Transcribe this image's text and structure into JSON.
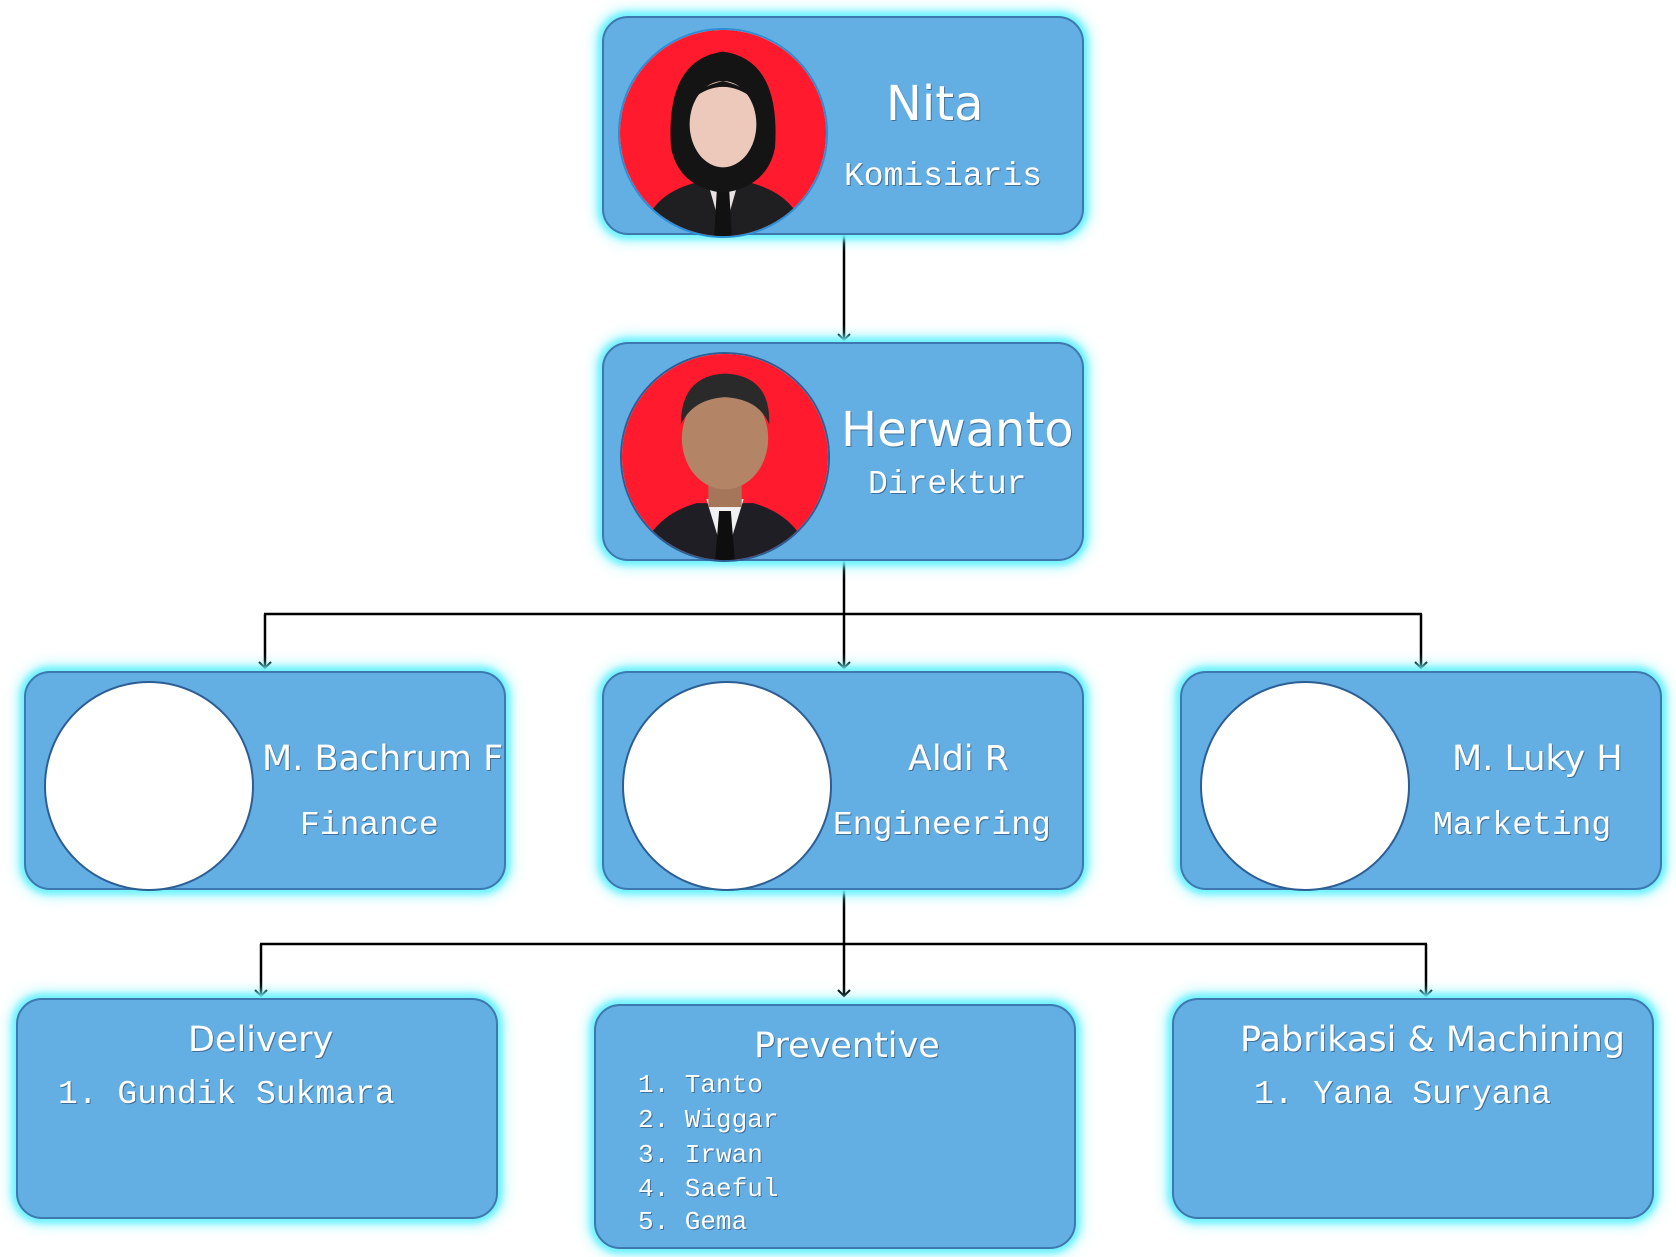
{
  "top": {
    "name": "Nita",
    "role": "Komisiaris"
  },
  "director": {
    "name": "Herwanto",
    "role": "Direktur"
  },
  "managers": [
    {
      "name": "M. Bachrum F",
      "role": "Finance"
    },
    {
      "name": "Aldi R",
      "role": "Engineering"
    },
    {
      "name": "M. Luky H",
      "role": "Marketing"
    }
  ],
  "teams": [
    {
      "title": "Delivery",
      "members": [
        "1. Gundik Sukmara"
      ]
    },
    {
      "title": "Preventive",
      "members": [
        "1. Tanto",
        "2. Wiggar",
        "3. Irwan",
        "4. Saeful",
        "5. Gema"
      ]
    },
    {
      "title": "Pabrikasi & Machining",
      "members": [
        "1. Yana Suryana"
      ]
    }
  ],
  "colors": {
    "box_fill": "#63aee2",
    "box_glow": "#6ff2ff",
    "photo_background": "#ff1a2e",
    "connector": "#000000"
  }
}
